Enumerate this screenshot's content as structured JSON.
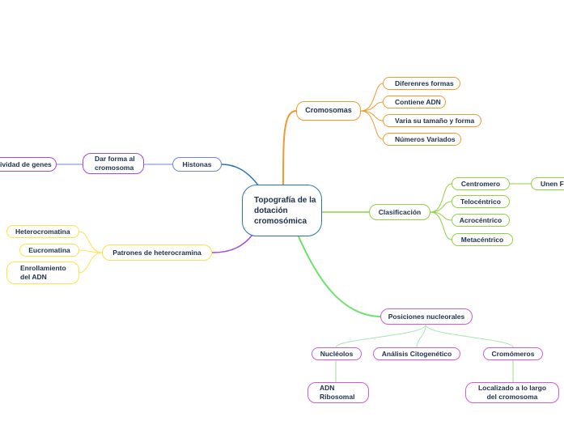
{
  "central": {
    "label": "Topografía de la dotación cromosómica"
  },
  "branches": {
    "cromosomas": {
      "label": "Cromosomas",
      "color": "#f29a2e",
      "children": [
        "Diferenres formas",
        "Contiene ADN",
        "Varia su tamaño y forma",
        "Números Variados"
      ]
    },
    "clasificacion": {
      "label": "Clasificación",
      "color": "#8fd13f",
      "children": [
        "Centromero",
        "Telocéntrico",
        "Acrocéntrico",
        "Metacéntrico"
      ],
      "centromero_child": "Unen Fi"
    },
    "posiciones": {
      "label": "Posiciones nucleorales",
      "color": "#d25ad2",
      "children": [
        "Nucléolos",
        "Análisis Citogenético",
        "Cromómeros"
      ],
      "nucleolos_child": "ADN Ribosomal",
      "cromomeros_child": "Localizado a lo largo del cromosoma"
    },
    "histonas": {
      "label": "Histonas",
      "color": "#6f86e0",
      "child": "Dar forma al cromosoma",
      "grandchild": "ividad de genes"
    },
    "patrones": {
      "label": "Patrones de heterocramina",
      "color": "#a24dd6",
      "children": [
        "Heterocromatina",
        "Eucromatina",
        "Enrollamiento del ADN"
      ]
    }
  }
}
